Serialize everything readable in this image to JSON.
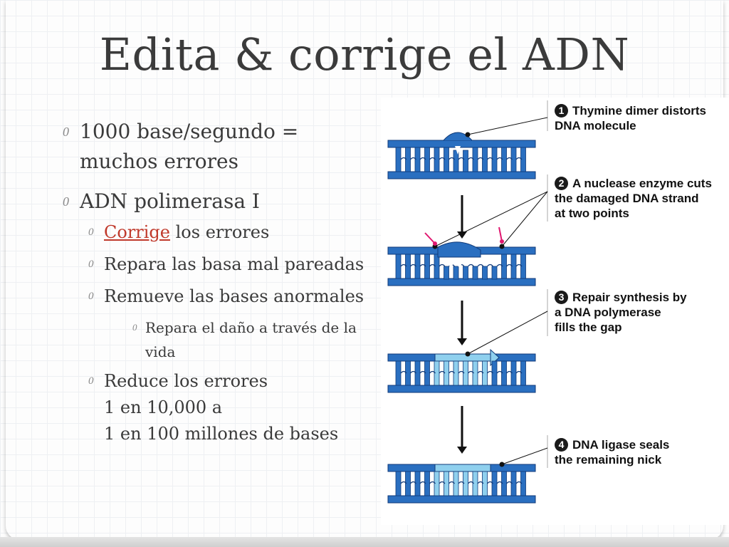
{
  "title": "Edita & corrige el ADN",
  "bullets": {
    "marker": "0",
    "b1": "1000 base/segundo = muchos errores",
    "b2": "ADN polimerasa I",
    "b2_1_link": "Corrige",
    "b2_1_rest": " los errores",
    "b2_2": "Repara las basa mal pareadas",
    "b2_3": "Remueve las bases anormales",
    "b2_3_1": "Repara el daño a través de la vida",
    "b2_4_line1": "Reduce los errores",
    "b2_4_line2": "1 en 10,000 a",
    "b2_4_line3": "1 en 100 millones de bases"
  },
  "figure": {
    "steps": [
      {
        "num": "1",
        "line1": "Thymine dimer distorts",
        "line2": "DNA molecule",
        "line3": ""
      },
      {
        "num": "2",
        "line1": "A nuclease enzyme cuts",
        "line2": "the damaged DNA strand",
        "line3": "at two points"
      },
      {
        "num": "3",
        "line1": "Repair synthesis by",
        "line2": "a DNA polymerase",
        "line3": "fills the gap"
      },
      {
        "num": "4",
        "line1": "DNA ligase seals",
        "line2": "the remaining nick",
        "line3": ""
      }
    ],
    "colors": {
      "dna": "#2a6fc0",
      "dna_dark": "#103a78",
      "repair": "#8fd0ee",
      "arrow": "#e01870"
    }
  }
}
